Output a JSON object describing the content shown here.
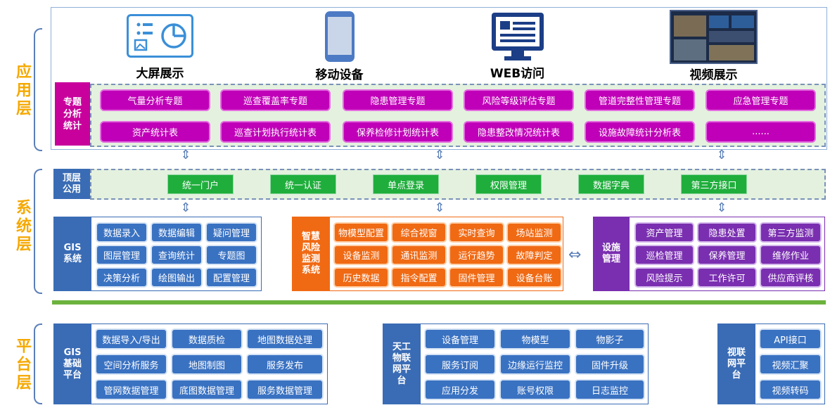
{
  "layers": {
    "app": "应用层",
    "system": "系统层",
    "platform": "平台层"
  },
  "app_channels": [
    {
      "label": "大屏展示",
      "icon": "dashboard-icon"
    },
    {
      "label": "移动设备",
      "icon": "phone-icon"
    },
    {
      "label": "WEB访问",
      "icon": "monitor-icon"
    },
    {
      "label": "视频展示",
      "icon": "video-wall-icon"
    }
  ],
  "topic_stats": {
    "side_label": "专题分析统计",
    "row1": [
      "气量分析专题",
      "巡查覆盖率专题",
      "隐患管理专题",
      "风险等级评估专题",
      "管道完整性管理专题",
      "应急管理专题"
    ],
    "row2": [
      "资产统计表",
      "巡查计划执行统计表",
      "保养检修计划统计表",
      "隐患整改情况统计表",
      "设施故障统计分析表",
      "......"
    ]
  },
  "top_public": {
    "side_label": "顶层公用",
    "items": [
      "统一门户",
      "统一认证",
      "单点登录",
      "权限管理",
      "数据字典",
      "第三方接口"
    ]
  },
  "gis_system": {
    "side_label": "GIS系统",
    "items": [
      "数据录入",
      "数据编辑",
      "疑问管理",
      "图层管理",
      "查询统计",
      "专题图",
      "决策分析",
      "绘图输出",
      "配置管理"
    ]
  },
  "risk_system": {
    "side_label": "智慧风险监测系统",
    "items": [
      "物模型配置",
      "综合视窗",
      "实时查询",
      "场站监测",
      "设备监测",
      "通讯监测",
      "运行趋势",
      "故障判定",
      "历史数据",
      "指令配置",
      "固件管理",
      "设备台账"
    ]
  },
  "facility_mgmt": {
    "side_label": "设施管理",
    "items": [
      "资产管理",
      "隐患处置",
      "第三方监测",
      "巡检管理",
      "保养管理",
      "维修作业",
      "风险提示",
      "工作许可",
      "供应商评核"
    ]
  },
  "gis_platform": {
    "side_label": "GIS基础平台",
    "items": [
      "数据导入/导出",
      "数据质检",
      "地图数据处理",
      "空间分析服务",
      "地图制图",
      "服务发布",
      "管网数据管理",
      "底图数据管理",
      "服务数据管理"
    ]
  },
  "iot_platform": {
    "side_label": "天工物联网平台",
    "items": [
      "设备管理",
      "物模型",
      "物影子",
      "服务订阅",
      "边缘运行监控",
      "固件升级",
      "应用分发",
      "账号权限",
      "日志监控"
    ]
  },
  "video_platform": {
    "side_label": "视联网平台",
    "items": [
      "API接口",
      "视频汇聚",
      "视频转码"
    ]
  },
  "colors": {
    "layer_label": "#f5a800",
    "magenta": "#c000b8",
    "green": "#1fae3c",
    "blue": "#3a72c2",
    "orange": "#f06a14",
    "purple": "#7a2fb0"
  }
}
